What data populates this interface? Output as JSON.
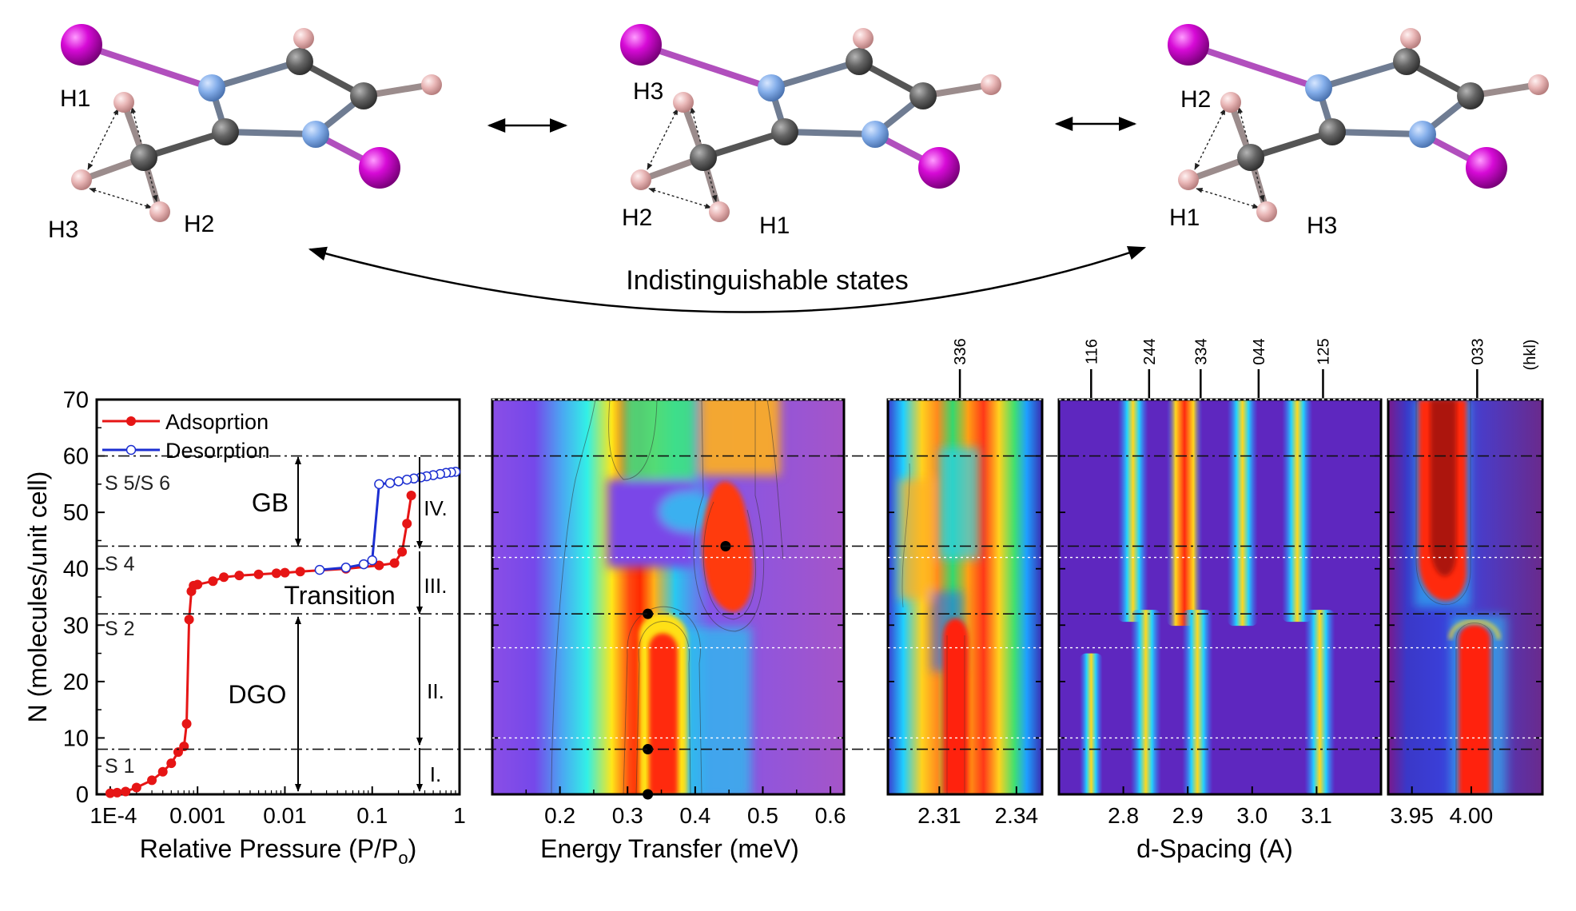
{
  "molecules": [
    {
      "labels": [
        "H1",
        "H3",
        "H2"
      ]
    },
    {
      "labels": [
        "H3",
        "H2",
        "H1"
      ]
    },
    {
      "labels": [
        "H2",
        "H1",
        "H3"
      ]
    }
  ],
  "caption": "Indistinguishable states",
  "colors": {
    "iodine": "#cc00cc",
    "nitrogen": "#7ea9e6",
    "carbon": "#636363",
    "hydrogen": "#e7b4b4",
    "adsorption": "#e61515",
    "desorption": "#1c2fd1"
  },
  "isotherm": {
    "ylabel": "N (molecules/unit cell)",
    "xlabel": "Relative Pressure (P/P",
    "xlabel_sub": "o",
    "xlabel_end": ")",
    "xticks": [
      "1E-4",
      "0.001",
      "0.01",
      "0.1",
      "1"
    ],
    "yticks": [
      "0",
      "10",
      "20",
      "30",
      "40",
      "50",
      "60",
      "70"
    ],
    "legend": [
      "Adsoprtion",
      "Desorption"
    ],
    "stages": [
      "S 5/S 6",
      "S 4",
      "S 2",
      "S 1"
    ],
    "regions": [
      "GB",
      "Transition",
      "DGO",
      "IV.",
      "III.",
      "II.",
      "I."
    ]
  },
  "chart_data": [
    {
      "type": "line",
      "xscale": "log",
      "xlim": [
        7e-05,
        1
      ],
      "ylim": [
        0,
        70
      ],
      "xlabel": "Relative Pressure (P/Po)",
      "ylabel": "N (molecules/unit cell)",
      "legend_position": "top-left",
      "series": [
        {
          "name": "Adsoprtion",
          "x": [
            0.0001,
            0.00012,
            0.00015,
            0.0002,
            0.0003,
            0.0004,
            0.0005,
            0.0006,
            0.0007,
            0.00075,
            0.0008,
            0.00085,
            0.0009,
            0.001,
            0.0015,
            0.002,
            0.003,
            0.005,
            0.008,
            0.01,
            0.015,
            0.05,
            0.12,
            0.18,
            0.22,
            0.25,
            0.28
          ],
          "y": [
            0.2,
            0.3,
            0.5,
            1.2,
            2.5,
            4.0,
            5.5,
            7.5,
            8.5,
            12.5,
            31,
            36,
            37,
            37.2,
            37.8,
            38.5,
            38.8,
            39.0,
            39.2,
            39.3,
            39.5,
            40.0,
            40.6,
            41.0,
            43.0,
            48.0,
            53.0
          ]
        },
        {
          "name": "Desorption",
          "x": [
            0.9,
            0.8,
            0.7,
            0.6,
            0.5,
            0.42,
            0.36,
            0.3,
            0.25,
            0.2,
            0.16,
            0.12,
            0.1,
            0.08,
            0.05,
            0.025
          ],
          "y": [
            57.2,
            57.1,
            57.0,
            56.8,
            56.6,
            56.4,
            56.2,
            56.0,
            55.8,
            55.5,
            55.2,
            55.0,
            41.5,
            40.8,
            40.2,
            39.8
          ]
        }
      ]
    },
    {
      "type": "heatmap",
      "xlabel": "Energy Transfer (meV)",
      "xticks": [
        "0.2",
        "0.3",
        "0.4",
        "0.5",
        "0.6"
      ],
      "xlim": [
        0.1,
        0.62
      ],
      "ylim": [
        0,
        70
      ],
      "peaks": [
        {
          "x": 0.33,
          "y": 0
        },
        {
          "x": 0.33,
          "y": 8
        },
        {
          "x": 0.33,
          "y": 32
        },
        {
          "x": 0.445,
          "y": 44
        }
      ]
    },
    {
      "type": "heatmap",
      "xlabel": "d-Spacing (A)",
      "hkl_header": "(hkl)",
      "panels": [
        {
          "xticks": [
            "2.31",
            "2.34"
          ],
          "xlim": [
            2.29,
            2.35
          ],
          "hkl": [
            {
              "label": "336",
              "x": 2.318
            }
          ]
        },
        {
          "xticks": [
            "2.8",
            "2.9",
            "3.0",
            "3.1"
          ],
          "xlim": [
            2.7,
            3.2
          ],
          "hkl": [
            {
              "label": "116",
              "x": 2.75
            },
            {
              "label": "244",
              "x": 2.84
            },
            {
              "label": "334",
              "x": 2.92
            },
            {
              "label": "044",
              "x": 3.01
            },
            {
              "label": "125",
              "x": 3.11
            }
          ]
        },
        {
          "xticks": [
            "3.95",
            "4.00"
          ],
          "xlim": [
            3.93,
            4.06
          ],
          "hkl": [
            {
              "label": "033",
              "x": 4.005
            }
          ]
        }
      ]
    }
  ]
}
